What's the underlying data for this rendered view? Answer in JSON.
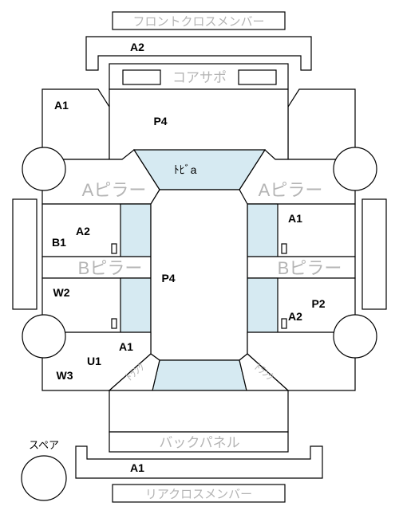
{
  "labels": {
    "front_cross_member": "フロントクロスメンバー",
    "core_support": "コアサポ",
    "a_pillar_left": "Aピラー",
    "a_pillar_right": "Aピラー",
    "b_pillar_left": "Bピラー",
    "b_pillar_right": "Bピラー",
    "back_panel": "バックパネル",
    "rear_cross_member": "リアクロスメンバー",
    "spare": "スペア",
    "dashboard": "ﾄﾋﾞa",
    "trunk_left": "ﾄﾗﾝｸ",
    "trunk_right": "ﾄﾗﾝｸ"
  },
  "codes": {
    "front_cross_member": "A2",
    "hood_left_fender": "A1",
    "hood": "P4",
    "left_front_door": "A2",
    "left_b_label": "B1",
    "right_front_door": "A1",
    "roof": "P4",
    "left_rear_door": "W2",
    "left_rear_door_lower": "A1",
    "rear_quarter_left_u": "U1",
    "rear_quarter_left_w": "W3",
    "right_rear_door": "P2",
    "right_rear_door_lower": "A2",
    "rear_cross_member": "A1"
  },
  "colors": {
    "glass": "#d6eaf2",
    "outline": "#000000",
    "label_gray": "#b4b4b4"
  }
}
